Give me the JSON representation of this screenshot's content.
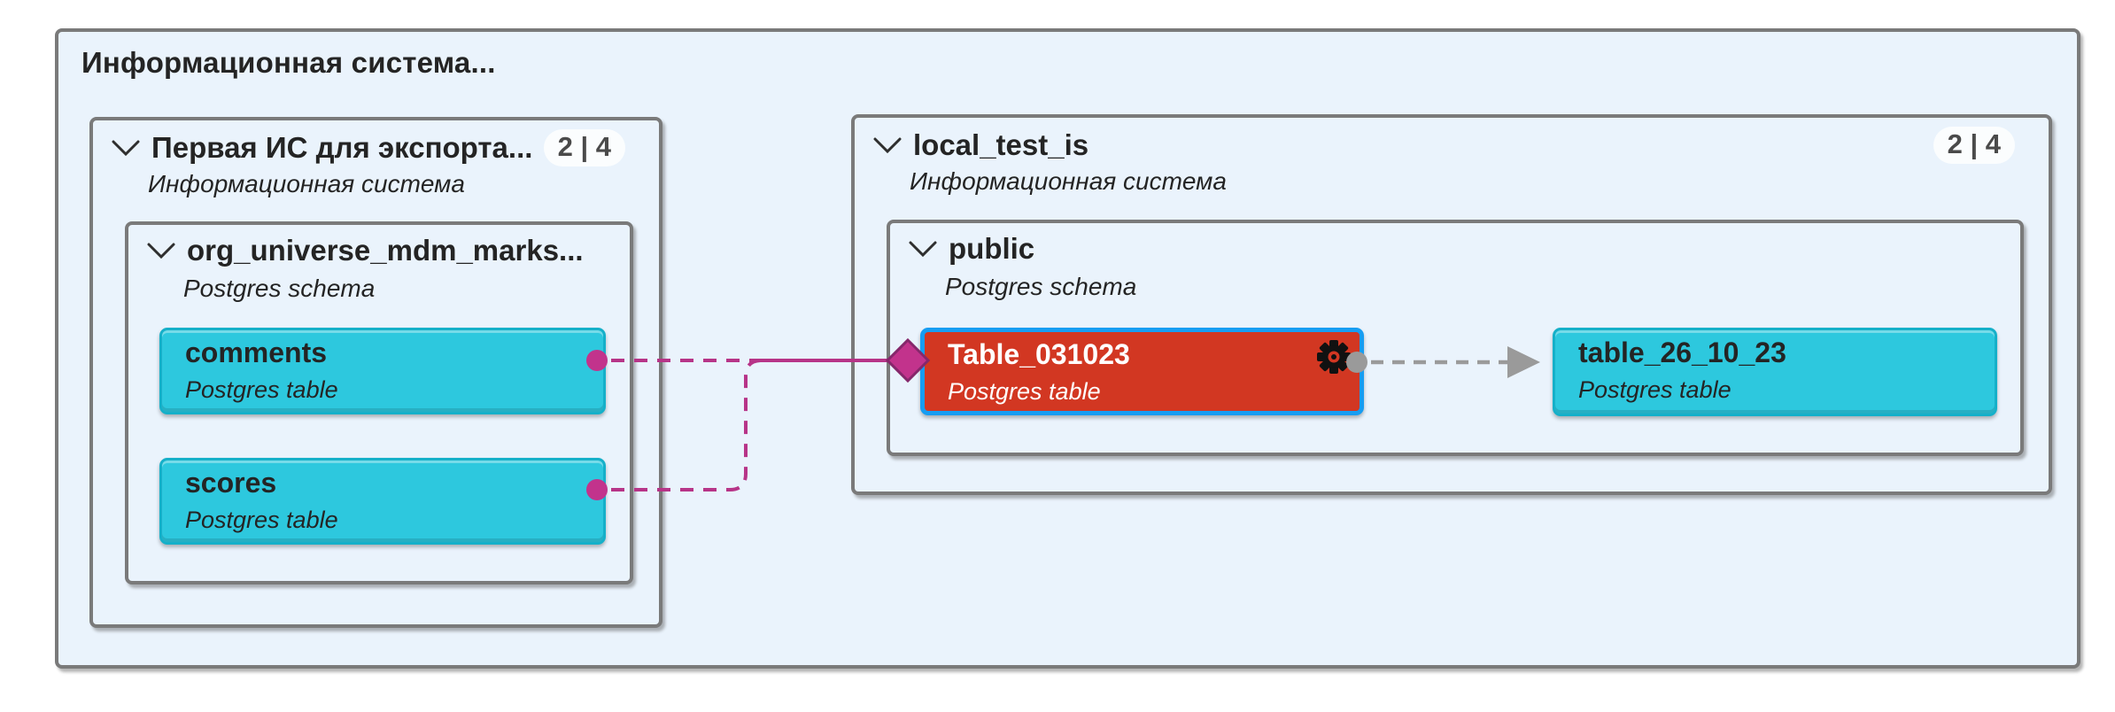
{
  "colors": {
    "canvas-bg": "#ffffff",
    "group-bg": "#eaf3fc",
    "group-border": "#7a7a7a",
    "node-cyan": "#2dc8de",
    "node-cyan-border": "#15b0c9",
    "node-red": "#d23722",
    "node-red-border": "#179df2",
    "edge-pink": "#b73488",
    "edge-pink-endpoint": "#c2338c",
    "edge-pink-diamond-stroke": "#85276b",
    "edge-gray": "#9a9a9a",
    "badge-bg": "#fbfdfe",
    "badge-text": "#4a4a4a",
    "text-dark": "#242424",
    "text-light": "#ffffff",
    "gear-color": "#111111"
  },
  "diagram": {
    "root_group": {
      "title": "Информационная система..."
    },
    "groups": [
      {
        "name": "Первая ИС для экспорта...",
        "type_label": "Информационная система",
        "badge": "2 | 4",
        "collapse_icon": "chevron-down",
        "schema": {
          "name": "org_universe_mdm_marks...",
          "type_label": "Postgres schema",
          "collapse_icon": "chevron-down",
          "nodes": [
            {
              "name": "comments",
              "type_label": "Postgres table",
              "state": "default"
            },
            {
              "name": "scores",
              "type_label": "Postgres table",
              "state": "default"
            }
          ]
        }
      },
      {
        "name": "local_test_is",
        "type_label": "Информационная система",
        "badge": "2 | 4",
        "collapse_icon": "chevron-down",
        "schema": {
          "name": "public",
          "type_label": "Postgres schema",
          "collapse_icon": "chevron-down",
          "nodes": [
            {
              "name": "Table_031023",
              "type_label": "Postgres table",
              "state": "selected",
              "action_icon": "gear-icon"
            },
            {
              "name": "table_26_10_23",
              "type_label": "Postgres table",
              "state": "default"
            }
          ]
        }
      }
    ],
    "edges": [
      {
        "from": "comments",
        "to": "Table_031023",
        "style": "dashed",
        "color_key": "edge-pink",
        "source_marker": "circle",
        "target_marker": "diamond"
      },
      {
        "from": "scores",
        "to": "Table_031023",
        "style": "dashed",
        "color_key": "edge-pink",
        "source_marker": "circle",
        "target_marker": "diamond"
      },
      {
        "from": "Table_031023",
        "to": "table_26_10_23",
        "style": "dashed",
        "color_key": "edge-gray",
        "source_marker": "circle",
        "target_marker": "arrow"
      }
    ]
  }
}
